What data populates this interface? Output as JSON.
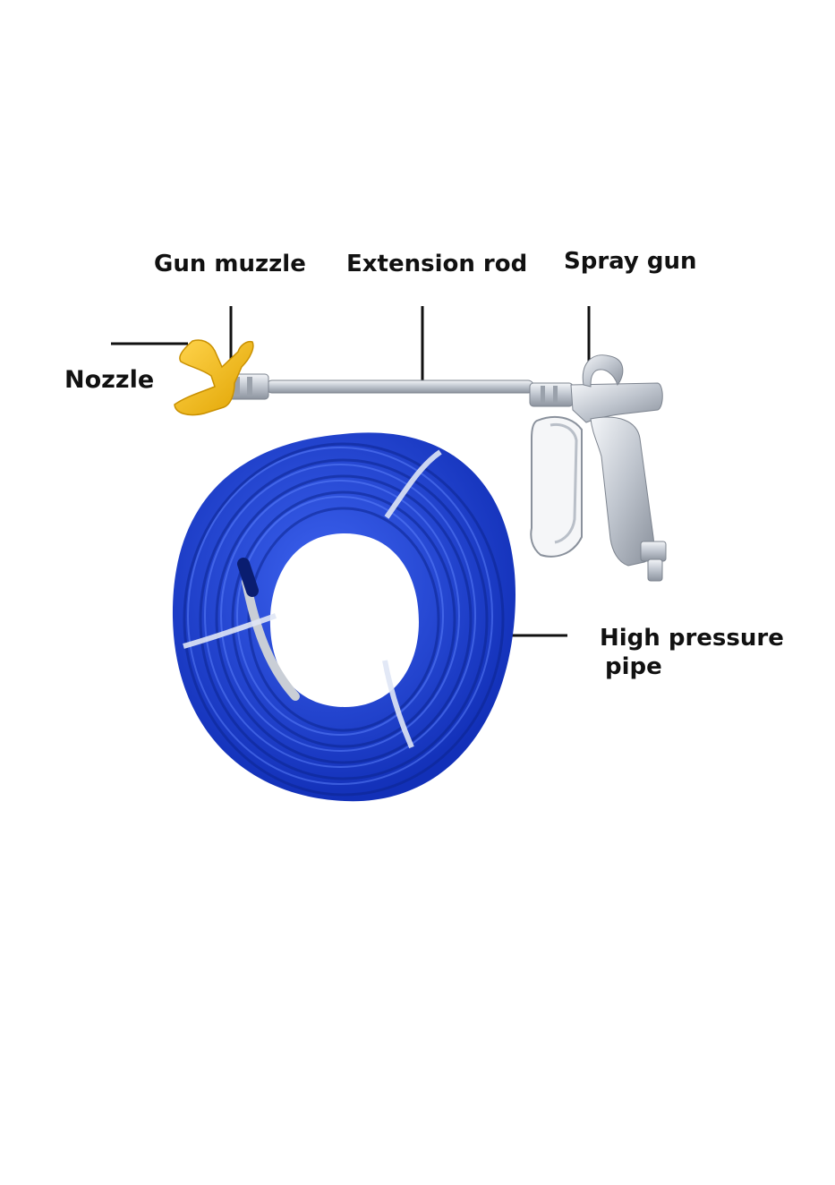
{
  "labels": {
    "gun_muzzle": "Gun muzzle",
    "extension_rod": "Extension rod",
    "spray_gun": "Spray gun",
    "nozzle": "Nozzle",
    "high_pressure_line1": "High pressure",
    "high_pressure_line2": "pipe"
  },
  "colors": {
    "hose_blue": "#1a3fd6",
    "hose_dark": "#0f2a9c",
    "nozzle_yellow": "#f2b600",
    "metal": "#c9ced6",
    "label_text": "#111111"
  }
}
